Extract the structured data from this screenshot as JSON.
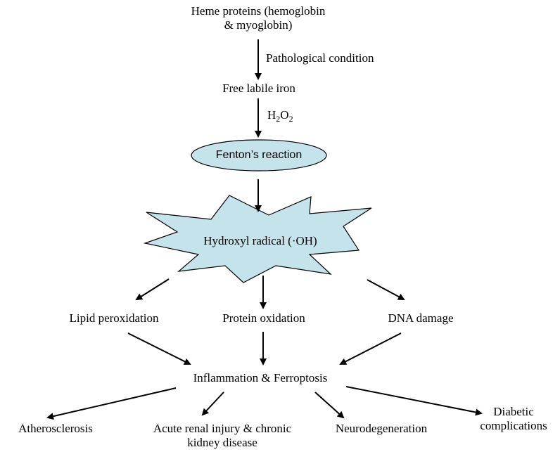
{
  "diagram": {
    "heme_line1": "Heme proteins (hemoglobin",
    "heme_line2": "& myoglobin)",
    "pathological": "Pathological condition",
    "free_iron": "Free labile iron",
    "h2o2": {
      "h": "H",
      "s1": "2",
      "o": "O",
      "s2": "2"
    },
    "fenton": "Fenton’s reaction",
    "hydroxyl": "Hydroxyl radical (·OH)",
    "lipid": "Lipid peroxidation",
    "protein": "Protein oxidation",
    "dna": "DNA damage",
    "inflammation": "Inflammation & Ferroptosis",
    "athero": "Atherosclerosis",
    "renal_line1": "Acute renal injury & chronic",
    "renal_line2": "kidney disease",
    "neuro": "Neurodegeneration",
    "diabetic_line1": "Diabetic",
    "diabetic_line2": "complications",
    "colors": {
      "shape_fill": "#c5e3ea",
      "stroke": "#000000"
    }
  }
}
